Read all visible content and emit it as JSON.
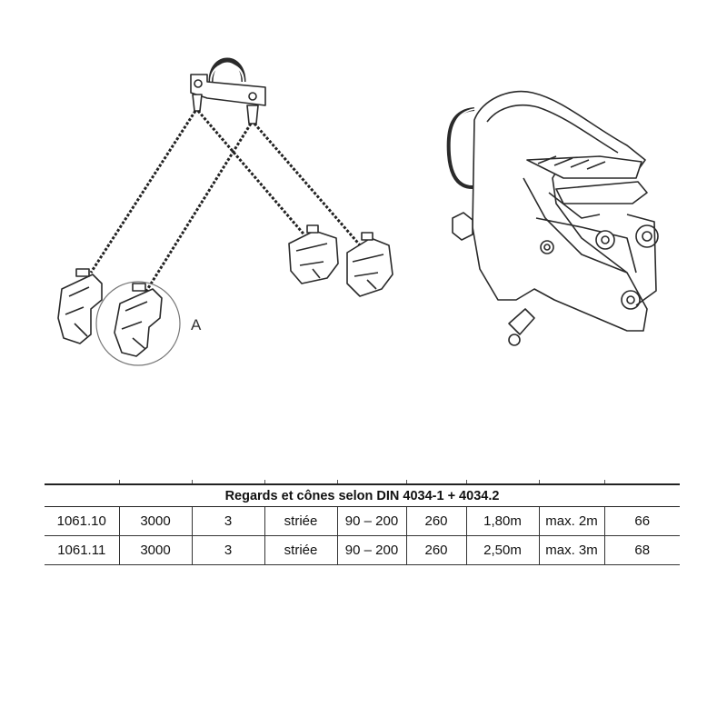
{
  "figure": {
    "callout_label": "A"
  },
  "table": {
    "title": "Regards et cônes selon DIN 4034-1 + 4034.2",
    "rows": [
      [
        "1061.10",
        "3000",
        "3",
        "striée",
        "90 – 200",
        "260",
        "1,80m",
        "max. 2m",
        "66"
      ],
      [
        "1061.11",
        "3000",
        "3",
        "striée",
        "90 – 200",
        "260",
        "2,50m",
        "max. 3m",
        "68"
      ]
    ]
  }
}
